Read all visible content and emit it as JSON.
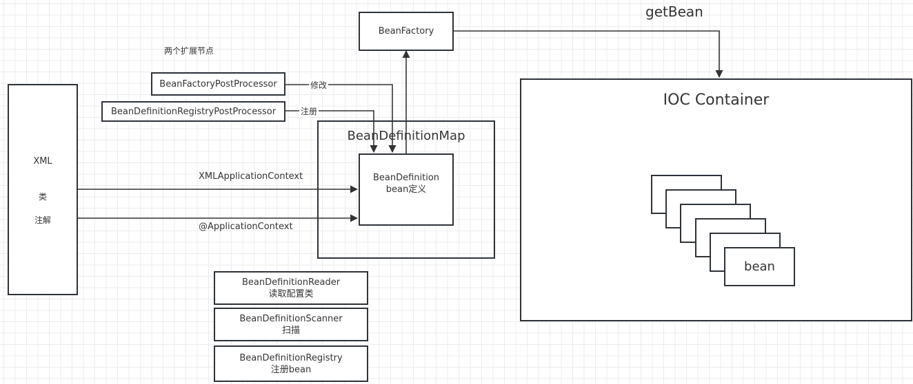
{
  "diagram": {
    "title_note": "两个扩展节点",
    "source_box": {
      "lines": [
        "XML",
        "类",
        "注解"
      ]
    },
    "bean_factory": {
      "label": "BeanFactory"
    },
    "get_bean_label": "getBean",
    "post_processors": [
      {
        "label": "BeanFactoryPostProcessor",
        "edge_label": "修改"
      },
      {
        "label": "BeanDefinitionRegistryPostProcessor",
        "edge_label": "注册"
      }
    ],
    "bean_definition_map": {
      "title": "BeanDefinitionMap",
      "inner": {
        "line1": "BeanDefinition",
        "line2": "bean定义"
      }
    },
    "edges": {
      "xml_context": "XMLApplicationContext",
      "annotation_context": "@ApplicationContext"
    },
    "helpers": [
      {
        "line1": "BeanDefinitionReader",
        "line2": "读取配置类"
      },
      {
        "line1": "BeanDefinitionScanner",
        "line2": "扫描"
      },
      {
        "line1": "BeanDefinitionRegistry",
        "line2": "注册bean"
      }
    ],
    "ioc_container": {
      "title": "IOC Container",
      "bean_label": "bean",
      "bean_stack_count": 6
    },
    "colors": {
      "stroke": "#2d3238",
      "text": "#333333",
      "grid": "#ececec"
    }
  }
}
